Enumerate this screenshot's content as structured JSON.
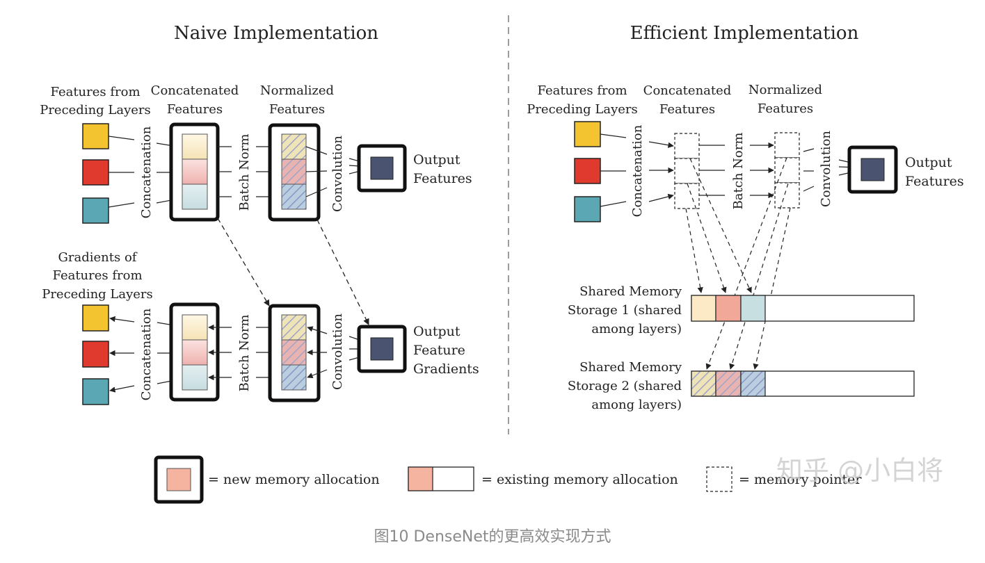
{
  "naive": {
    "title": "Naive Implementation",
    "forward_in_label": [
      "Features from",
      "Preceding Layers"
    ],
    "concat_label": [
      "Concatenated",
      "Features"
    ],
    "norm_label": [
      "Normalized",
      "Features"
    ],
    "output_label": [
      "Output",
      "Features"
    ],
    "backward_in_label": [
      "Gradients of",
      "Features from",
      "Preceding Layers"
    ],
    "grad_output_label": [
      "Output",
      "Feature",
      "Gradients"
    ],
    "op_concat": "Concatenation",
    "op_bn": "Batch Norm",
    "op_conv": "Convolution"
  },
  "efficient": {
    "title": "Efficient Implementation",
    "forward_in_label": [
      "Features from",
      "Preceding Layers"
    ],
    "concat_label": [
      "Concatenated",
      "Features"
    ],
    "norm_label": [
      "Normalized",
      "Features"
    ],
    "output_label": [
      "Output",
      "Features"
    ],
    "shared1_label": [
      "Shared Memory",
      "Storage 1 (shared",
      "among layers)"
    ],
    "shared2_label": [
      "Shared Memory",
      "Storage 2 (shared",
      "among layers)"
    ],
    "op_concat": "Concatenation",
    "op_bn": "Batch Norm",
    "op_conv": "Convolution"
  },
  "legend": {
    "new_alloc": "= new memory allocation",
    "existing_alloc": "= existing memory allocation",
    "pointer": "= memory pointer"
  },
  "watermark": "知乎 @小白将",
  "caption": "图10 DenseNet的更高效实现方式",
  "colors": {
    "yellow": "#f4c430",
    "red": "#e03a2e",
    "teal": "#5ba8b4",
    "output_navy": "#4a5470"
  }
}
